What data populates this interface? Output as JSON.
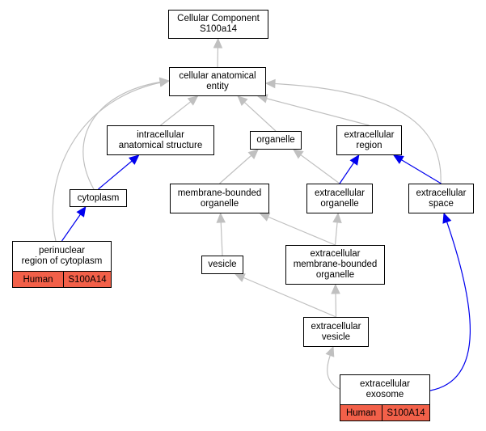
{
  "colors": {
    "gray_edge": "#c0c0c0",
    "blue_edge": "#0000ee",
    "annotation_fill": "#f26049"
  },
  "nodes": {
    "root": {
      "lines": [
        "Cellular Component",
        "S100a14"
      ]
    },
    "cae": {
      "lines": [
        "cellular anatomical",
        "entity"
      ]
    },
    "ias": {
      "lines": [
        "intracellular",
        "anatomical structure"
      ]
    },
    "organelle": {
      "lines": [
        "organelle"
      ]
    },
    "ecregion": {
      "lines": [
        "extracellular",
        "region"
      ]
    },
    "cytoplasm": {
      "lines": [
        "cytoplasm"
      ]
    },
    "mbo": {
      "lines": [
        "membrane-bounded",
        "organelle"
      ]
    },
    "ecorg": {
      "lines": [
        "extracellular",
        "organelle"
      ]
    },
    "ecspace": {
      "lines": [
        "extracellular",
        "space"
      ]
    },
    "perinuc": {
      "lines": [
        "perinuclear",
        "region of cytoplasm"
      ]
    },
    "vesicle": {
      "lines": [
        "vesicle"
      ]
    },
    "ecmbo": {
      "lines": [
        "extracellular",
        "membrane-bounded",
        "organelle"
      ]
    },
    "ecvesicle": {
      "lines": [
        "extracellular",
        "vesicle"
      ]
    },
    "exosome": {
      "lines": [
        "extracellular",
        "exosome"
      ]
    }
  },
  "annotations": {
    "perinuc": {
      "species": "Human",
      "gene": "S100A14"
    },
    "exosome": {
      "species": "Human",
      "gene": "S100A14"
    }
  },
  "edges": [
    {
      "from": "cae",
      "to": "root",
      "color": "gray"
    },
    {
      "from": "ias",
      "to": "cae",
      "color": "gray"
    },
    {
      "from": "organelle",
      "to": "cae",
      "color": "gray"
    },
    {
      "from": "ecregion",
      "to": "cae",
      "color": "gray"
    },
    {
      "from": "cytoplasm",
      "to": "cae",
      "color": "gray"
    },
    {
      "from": "perinuc",
      "to": "cae",
      "color": "gray"
    },
    {
      "from": "ecspace",
      "to": "cae",
      "color": "gray"
    },
    {
      "from": "cytoplasm",
      "to": "ias",
      "color": "blue"
    },
    {
      "from": "mbo",
      "to": "organelle",
      "color": "gray"
    },
    {
      "from": "ecorg",
      "to": "organelle",
      "color": "gray"
    },
    {
      "from": "ecorg",
      "to": "ecregion",
      "color": "blue"
    },
    {
      "from": "ecspace",
      "to": "ecregion",
      "color": "blue"
    },
    {
      "from": "perinuc",
      "to": "cytoplasm",
      "color": "blue"
    },
    {
      "from": "vesicle",
      "to": "mbo",
      "color": "gray"
    },
    {
      "from": "ecmbo",
      "to": "mbo",
      "color": "gray"
    },
    {
      "from": "ecmbo",
      "to": "ecorg",
      "color": "gray"
    },
    {
      "from": "ecvesicle",
      "to": "vesicle",
      "color": "gray"
    },
    {
      "from": "ecvesicle",
      "to": "ecmbo",
      "color": "gray"
    },
    {
      "from": "exosome",
      "to": "ecvesicle",
      "color": "gray"
    },
    {
      "from": "exosome",
      "to": "ecspace",
      "color": "blue"
    }
  ]
}
